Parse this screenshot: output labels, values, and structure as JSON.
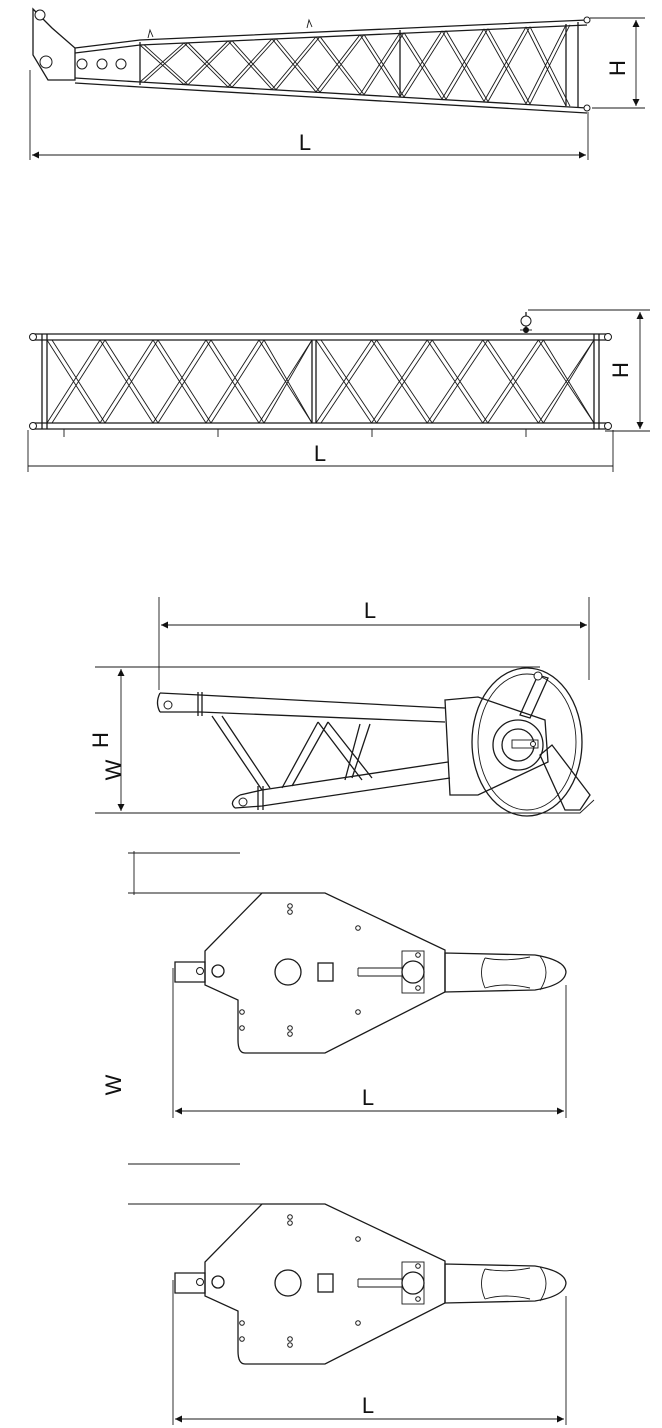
{
  "views": [
    {
      "id": "boom-foot-section",
      "dimensions": {
        "length": "L",
        "height": "H"
      }
    },
    {
      "id": "boom-intermediate-section",
      "dimensions": {
        "length": "L",
        "height": "H"
      }
    },
    {
      "id": "boom-tip-section",
      "dimensions": {
        "length": "L",
        "height": "H"
      }
    },
    {
      "id": "hook-block-1",
      "dimensions": {
        "length": "L",
        "width": "W"
      }
    },
    {
      "id": "hook-block-2",
      "dimensions": {
        "length": "L",
        "width": "W"
      }
    }
  ],
  "colors": {
    "line": "#1a1a1a",
    "background": "#ffffff"
  }
}
